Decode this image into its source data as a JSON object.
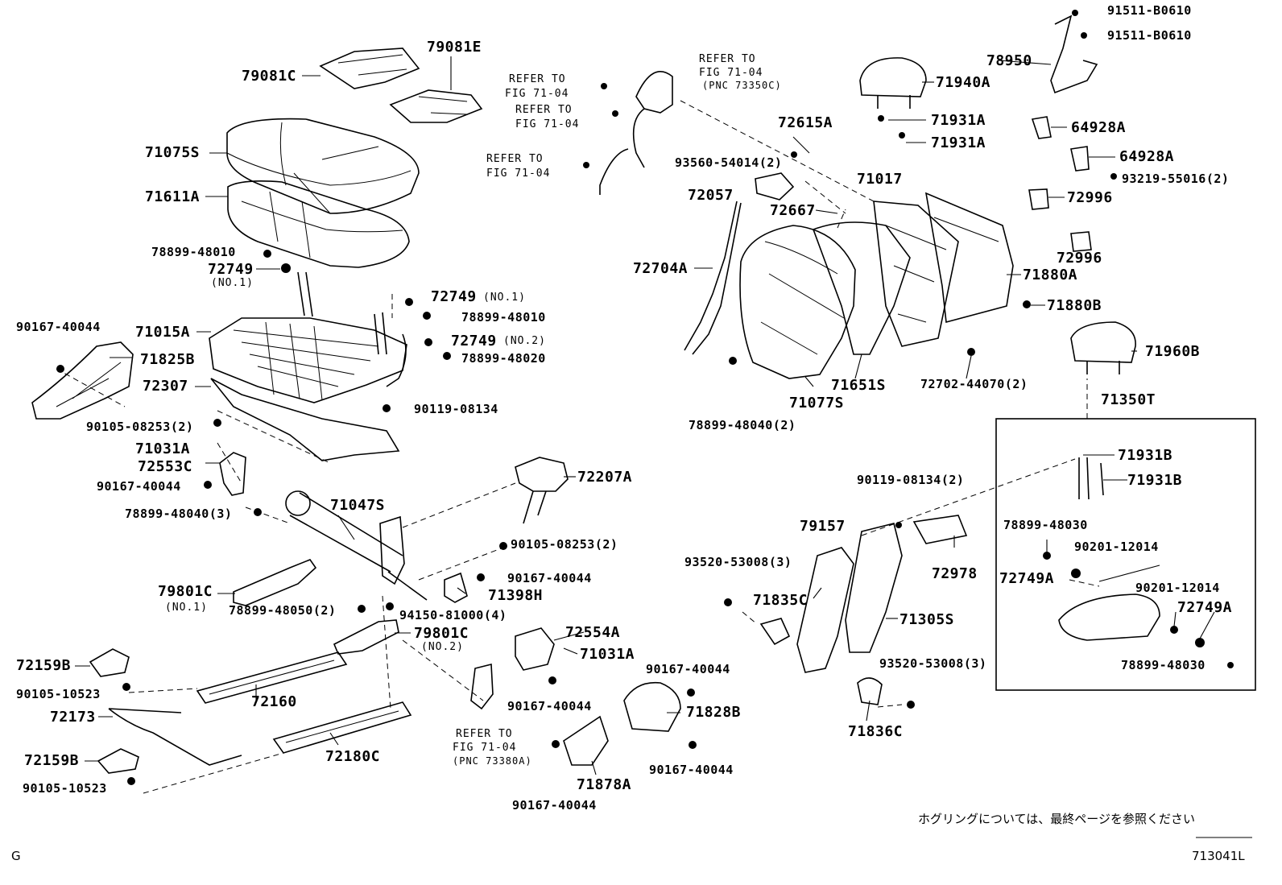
{
  "parts": {
    "p79081E": "79081E",
    "p79081C": "79081C",
    "p71075S": "71075S",
    "p71611A": "71611A",
    "p78899_48010a": "78899-48010",
    "p72749a": "72749",
    "p72749a_no": "(NO.1)",
    "p72749b": "72749",
    "p72749b_no": "(NO.1)",
    "p78899_48010b": "78899-48010",
    "p72749c": "72749",
    "p72749c_no": "(NO.2)",
    "p78899_48020": "78899-48020",
    "p90167_40044a": "90167-40044",
    "p71015A": "71015A",
    "p71825B": "71825B",
    "p72307": "72307",
    "p90119_08134a": "90119-08134",
    "p90105_08253a": "90105-08253(2)",
    "p71031Aa": "71031A",
    "p72553C": "72553C",
    "p90167_40044b": "90167-40044",
    "p78899_48040a": "78899-48040(3)",
    "p71047S": "71047S",
    "p72207A": "72207A",
    "p90105_08253b": "90105-08253(2)",
    "p79801Ca": "79801C",
    "p79801Ca_no": "(NO.1)",
    "p78899_48050": "78899-48050(2)",
    "p90167_40044c": "90167-40044",
    "p71398H": "71398H",
    "p94150_81000": "94150-81000(4)",
    "p79801Cb": "79801C",
    "p79801Cb_no": "(NO.2)",
    "p72554A": "72554A",
    "p71031Ab": "71031A",
    "p72159Ba": "72159B",
    "p90105_10523a": "90105-10523",
    "p72160": "72160",
    "p72173": "72173",
    "p72159Bb": "72159B",
    "p90105_10523b": "90105-10523",
    "p72180C": "72180C",
    "p90167_40044d": "90167-40044",
    "p90167_40044e": "90167-40044",
    "p71828B": "71828B",
    "p90167_40044f": "90167-40044",
    "p71878A": "71878A",
    "p90167_40044g": "90167-40044",
    "ref1_l1": "REFER TO",
    "ref1_l2": "FIG 71-04",
    "ref2_l1": "REFER TO",
    "ref2_l2": "FIG 71-04",
    "ref3_l1": "REFER TO",
    "ref3_l2": "FIG 71-04",
    "ref4_l1": "REFER TO",
    "ref4_l2": "FIG 71-04",
    "ref4_l3": "(PNC 73350C)",
    "ref5_l1": "REFER TO",
    "ref5_l2": "FIG 71-04",
    "ref5_l3": "(PNC 73380A)",
    "p93560_54014": "93560-54014(2)",
    "p72615A": "72615A",
    "p72057": "72057",
    "p72667": "72667",
    "p71017": "71017",
    "p72704A": "72704A",
    "p71880A": "71880A",
    "p71880B": "71880B",
    "p72702_44070": "72702-44070(2)",
    "p71651S": "71651S",
    "p71077S": "71077S",
    "p78899_48040b": "78899-48040(2)",
    "p71940A": "71940A",
    "p71931Aa": "71931A",
    "p71931Ab": "71931A",
    "p91511_B0610a": "91511-B0610",
    "p91511_B0610b": "91511-B0610",
    "p78950": "78950",
    "p64928Aa": "64928A",
    "p64928Ab": "64928A",
    "p93219_55016": "93219-55016(2)",
    "p72996a": "72996",
    "p72996b": "72996",
    "p71960B": "71960B",
    "p71350T": "71350T",
    "p71931Ba": "71931B",
    "p71931Bb": "71931B",
    "p78899_48030a": "78899-48030",
    "p90201_12014a": "90201-12014",
    "p72749Aa": "72749A",
    "p90201_12014b": "90201-12014",
    "p72749Ab": "72749A",
    "p78899_48030b": "78899-48030",
    "p90119_08134b": "90119-08134(2)",
    "p79157": "79157",
    "p72978": "72978",
    "p93520_53008a": "93520-53008(3)",
    "p71835C": "71835C",
    "p71305S": "71305S",
    "p93520_53008b": "93520-53008(3)",
    "p71836C": "71836C"
  },
  "footer": {
    "note": "ホグリングについては、最終ページを参照ください",
    "corner_letter": "G",
    "figure_id": "713041L"
  }
}
